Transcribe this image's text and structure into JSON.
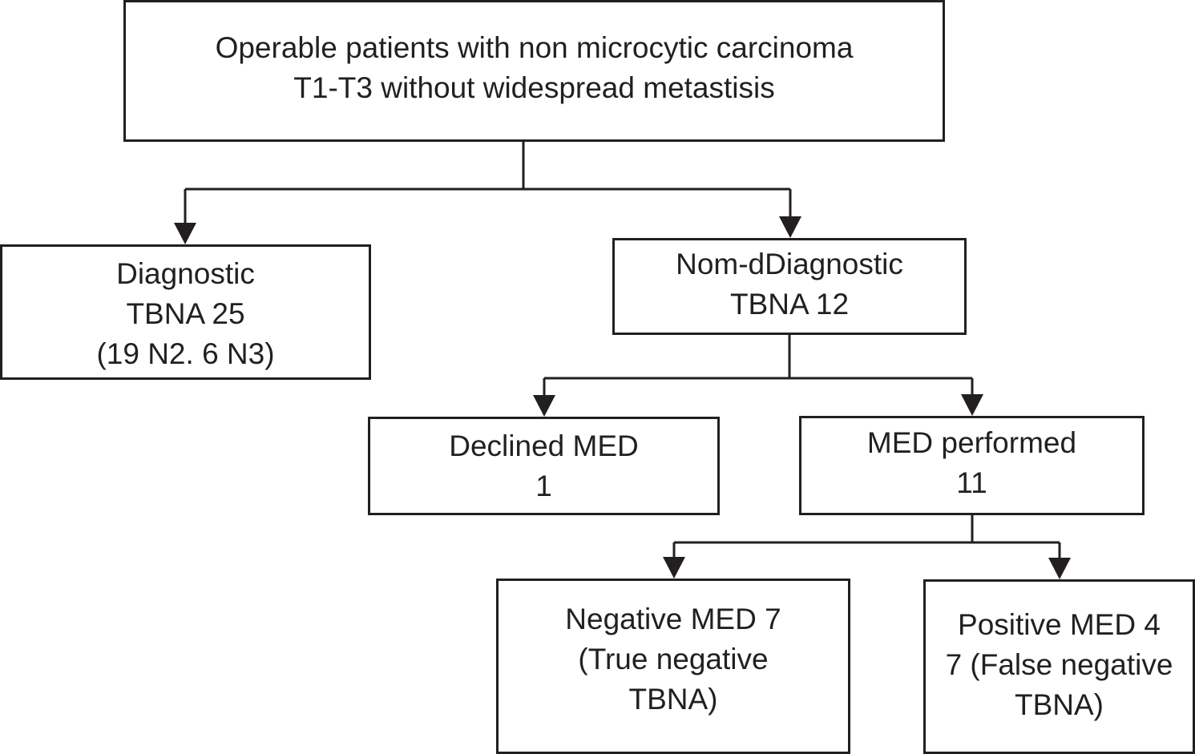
{
  "diagram": {
    "root": {
      "lines": [
        "Operable patients with non microcytic carcinoma",
        "T1-T3 without widespread metastisis"
      ]
    },
    "diagnostic": {
      "lines": [
        "Diagnostic",
        "TBNA 25",
        "(19 N2. 6 N3)"
      ]
    },
    "non_diagnostic": {
      "lines": [
        "Nom-dDiagnostic",
        "TBNA 12"
      ]
    },
    "declined_med": {
      "lines": [
        "Declined MED",
        "1"
      ]
    },
    "med_performed": {
      "lines": [
        "MED performed",
        "11"
      ]
    },
    "negative_med": {
      "lines": [
        "Negative MED 7",
        "(True negative",
        "TBNA)"
      ]
    },
    "positive_med": {
      "lines": [
        "Positive MED 4",
        "7 (False negative",
        "TBNA)"
      ]
    },
    "colors": {
      "line": "#231f20",
      "background": "#ffffff"
    }
  }
}
